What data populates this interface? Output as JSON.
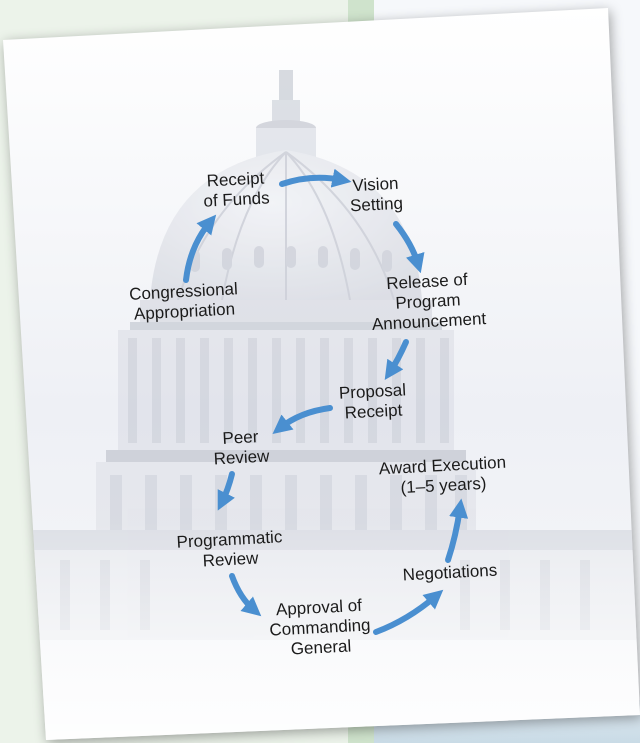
{
  "diagram": {
    "steps": [
      {
        "id": "receipt-of-funds",
        "lines": [
          "Receipt",
          "of Funds"
        ]
      },
      {
        "id": "vision-setting",
        "lines": [
          "Vision",
          "Setting"
        ]
      },
      {
        "id": "release-of-program-announcement",
        "lines": [
          "Release of",
          "Program",
          "Announcement"
        ]
      },
      {
        "id": "proposal-receipt",
        "lines": [
          "Proposal",
          "Receipt"
        ]
      },
      {
        "id": "peer-review",
        "lines": [
          "Peer",
          "Review"
        ]
      },
      {
        "id": "programmatic-review",
        "lines": [
          "Programmatic",
          "Review"
        ]
      },
      {
        "id": "approval-of-commanding-general",
        "lines": [
          "Approval of",
          "Commanding",
          "General"
        ]
      },
      {
        "id": "negotiations",
        "lines": [
          "Negotiations"
        ]
      },
      {
        "id": "award-execution",
        "lines": [
          "Award Execution",
          "(1–5 years)"
        ]
      },
      {
        "id": "congressional-appropriation",
        "lines": [
          "Congressional",
          "Appropriation"
        ]
      }
    ],
    "arrow_color": "#4a8fd0",
    "text_color": "#1b1b1b"
  }
}
